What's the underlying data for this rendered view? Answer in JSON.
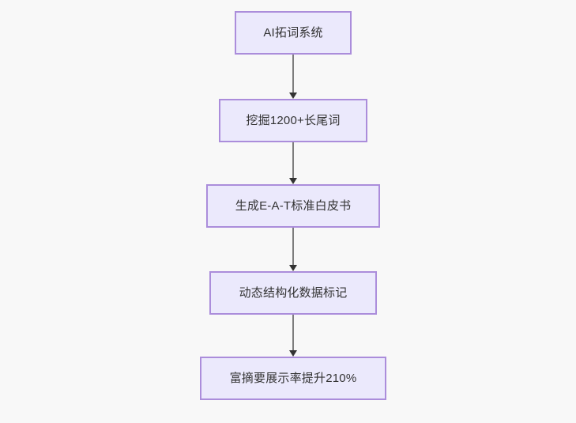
{
  "diagram": {
    "type": "flowchart",
    "orientation": "top-to-bottom",
    "background_color": "#f8f8f8",
    "node_fill_color": "#ebe9fc",
    "node_border_color": "#ab8ddb",
    "node_text_color": "#333333",
    "edge_color": "#7d7d7d",
    "arrow_color": "#333333",
    "nodes": [
      {
        "id": "n1",
        "label": "AI拓词系统"
      },
      {
        "id": "n2",
        "label": "挖掘1200+长尾词"
      },
      {
        "id": "n3",
        "label": "生成E-A-T标准白皮书"
      },
      {
        "id": "n4",
        "label": "动态结构化数据标记"
      },
      {
        "id": "n5",
        "label": "富摘要展示率提升210%"
      }
    ],
    "edges": [
      {
        "from": "n1",
        "to": "n2"
      },
      {
        "from": "n2",
        "to": "n3"
      },
      {
        "from": "n3",
        "to": "n4"
      },
      {
        "from": "n4",
        "to": "n5"
      }
    ]
  }
}
